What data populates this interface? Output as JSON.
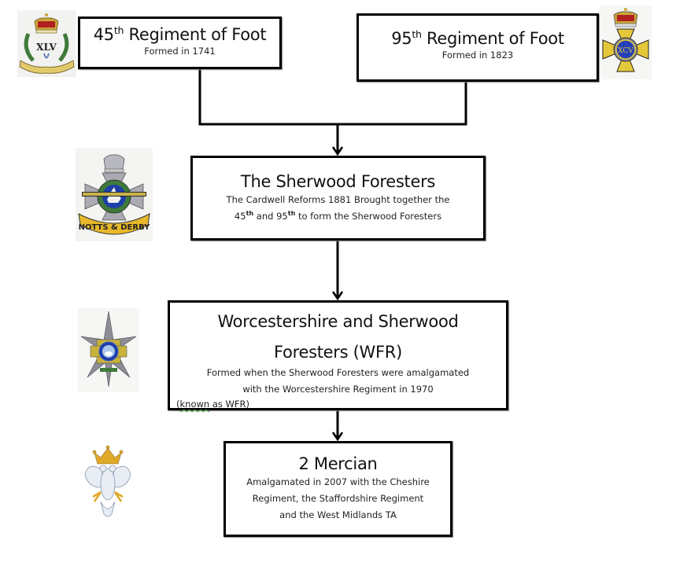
{
  "diagram": {
    "type": "flowchart",
    "nodes": [
      {
        "id": "regiment-45",
        "title_prefix": "45",
        "title_sup": "th",
        "title_suffix": " Regiment of Foot",
        "subtitle": "Formed in 1741",
        "badge": "xlv-sherwood-foresters-badge-icon"
      },
      {
        "id": "regiment-95",
        "title_prefix": "95",
        "title_sup": "th",
        "title_suffix": " Regiment of Foot",
        "subtitle": "Formed in 1823",
        "badge": "xcv-star-badge-icon"
      },
      {
        "id": "sherwood-foresters",
        "title": "The Sherwood Foresters",
        "subtitle_line1": "The Cardwell Reforms 1881 Brought together the",
        "subtitle_line2_a": "45",
        "subtitle_line2_sup_a": "th",
        "subtitle_line2_b": " and 95",
        "subtitle_line2_sup_b": "th",
        "subtitle_line2_c": " to form  the Sherwood  Foresters",
        "badge": "notts-and-derby-badge-icon",
        "badge_text": "NOTTS & DERBY"
      },
      {
        "id": "wfr",
        "title_line1": "Worcestershire and Sherwood",
        "title_line2": "Foresters (WFR)",
        "subtitle_line1": "Formed  when the Sherwood Foresters were amalgamated",
        "subtitle_line2": "with the Worcestershire Regiment in 1970",
        "note_open": "(",
        "note_word": "known",
        "note_rest": " as WFR)",
        "badge": "wfr-star-badge-icon"
      },
      {
        "id": "2-mercian",
        "title": "2 Mercian",
        "subtitle_line1": "Amalgamated in 2007 with the Cheshire",
        "subtitle_line2": "Regiment, the Staffordshire  Regiment",
        "subtitle_line3": "and the West Midlands TA",
        "badge": "mercian-eagle-badge-icon"
      }
    ],
    "edges": [
      {
        "from": "regiment-45",
        "to": "sherwood-foresters"
      },
      {
        "from": "regiment-95",
        "to": "sherwood-foresters"
      },
      {
        "from": "sherwood-foresters",
        "to": "wfr"
      },
      {
        "from": "wfr",
        "to": "2-mercian"
      }
    ],
    "badges": {
      "xlv_text": "XLV",
      "xcv_text": "XCV"
    },
    "colors": {
      "line": "#000000",
      "box_fill": "#ffffff",
      "spellcheck_underline": "#3a9a3a",
      "gold": "#d9b33a",
      "royal_blue": "#1f3fa8",
      "silver": "#9a9aa3",
      "green": "#3f7a3a",
      "crown_red": "#b02020"
    }
  }
}
